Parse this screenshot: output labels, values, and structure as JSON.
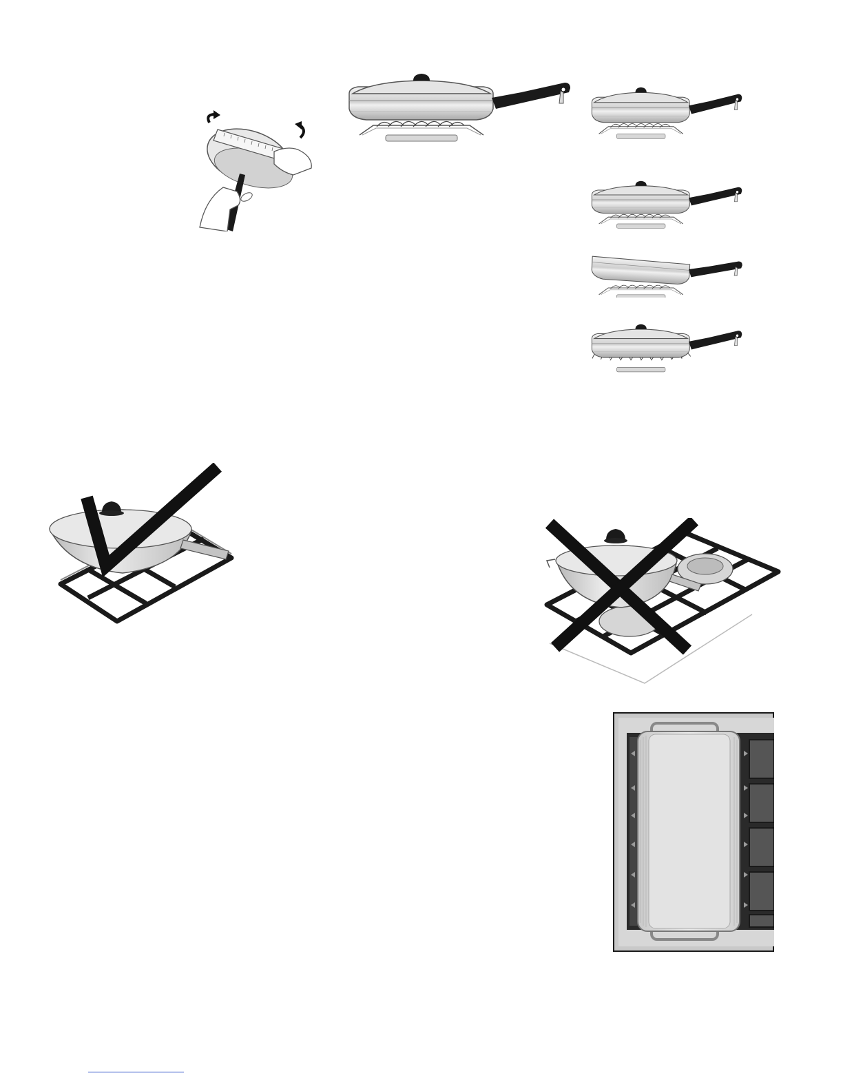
{
  "page": {
    "background": "#ffffff"
  },
  "illustrations": [
    {
      "id": "hand-flatness-check",
      "icon": "hands-holding-pan-with-ruler-icon"
    },
    {
      "id": "large-pan-on-burner",
      "icon": "covered-skillet-on-burner-icon"
    },
    {
      "id": "pan-example-1",
      "icon": "covered-skillet-on-burner-icon"
    },
    {
      "id": "pan-example-2",
      "icon": "covered-skillet-on-burner-icon"
    },
    {
      "id": "pan-example-3",
      "icon": "warped-skillet-on-burner-icon"
    },
    {
      "id": "pan-example-4",
      "icon": "covered-skillet-flames-around-icon"
    },
    {
      "id": "wok-correct",
      "icon": "wok-on-grate-with-checkmark-icon"
    },
    {
      "id": "wok-incorrect",
      "icon": "wok-on-grate-with-x-mark-icon"
    },
    {
      "id": "griddle-top-view",
      "icon": "griddle-on-cooktop-top-view-icon"
    }
  ],
  "colors": {
    "ink": "#1a1a1a",
    "steel_light": "#e6e6e6",
    "steel_mid": "#bdbdbd",
    "steel_dark": "#7a7a7a",
    "footer_rule": "#2b50c8"
  }
}
